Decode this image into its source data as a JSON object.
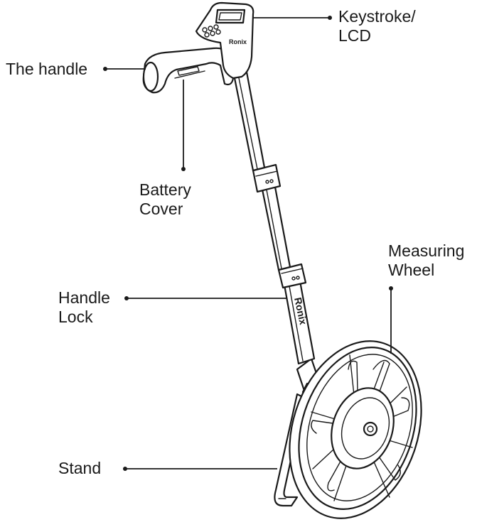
{
  "brand": "Ronix",
  "labels": {
    "keystroke_lcd": [
      "Keystroke/",
      "LCD"
    ],
    "handle": [
      "The handle"
    ],
    "battery_cover": [
      "Battery",
      "Cover"
    ],
    "measuring_wheel": [
      "Measuring",
      "Wheel"
    ],
    "handle_lock": [
      "Handle",
      "Lock"
    ],
    "stand": [
      "Stand"
    ]
  },
  "colors": {
    "line": "#1a1a1a",
    "background": "#ffffff"
  }
}
